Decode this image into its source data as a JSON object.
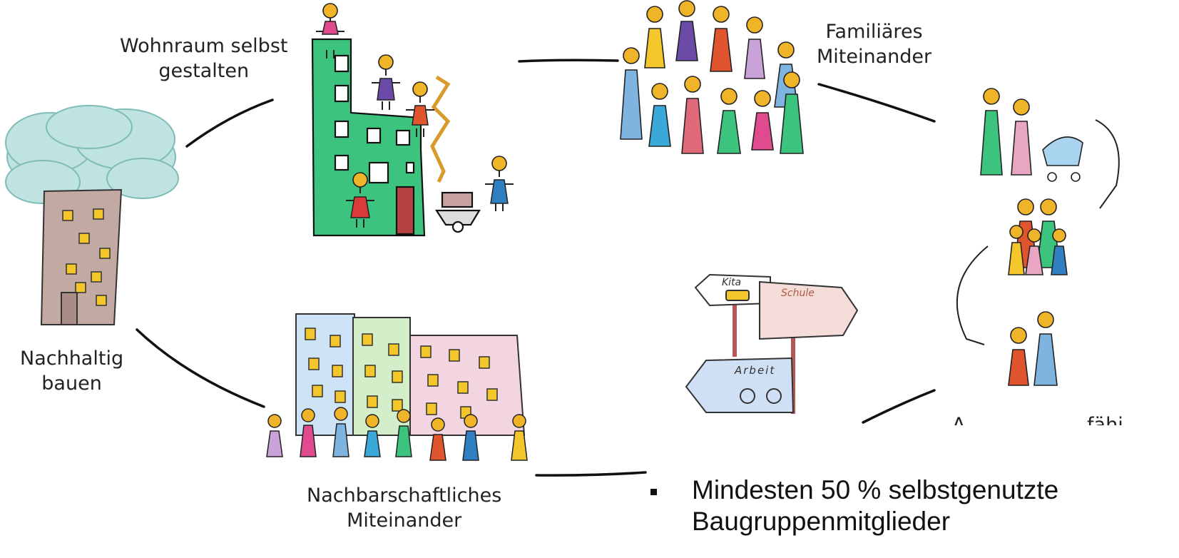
{
  "labels": {
    "wohnraum": [
      "Wohnraum selbst",
      "gestalten"
    ],
    "familiaeres": [
      "Familiäres",
      "Miteinander"
    ],
    "nachhaltig": [
      "Nachhaltig",
      "bauen"
    ],
    "nachbarschaft": [
      "Nachbarschaftliches",
      "Miteinander"
    ],
    "truncated": "A       fähi"
  },
  "signs": {
    "kita": "Kita",
    "schule": "Schule",
    "arbeit": "Arbeit"
  },
  "bullet": {
    "lines": [
      "Mindesten 50 % selbstgenutzte",
      "Baugruppenmitglieder"
    ]
  },
  "colors": {
    "stroke": "#111111",
    "head": "#f0b429",
    "building_green": "#39c07a",
    "tree_crown": "#bfe3e0",
    "trunk": "#b89a94",
    "window": "#f3c62b"
  }
}
